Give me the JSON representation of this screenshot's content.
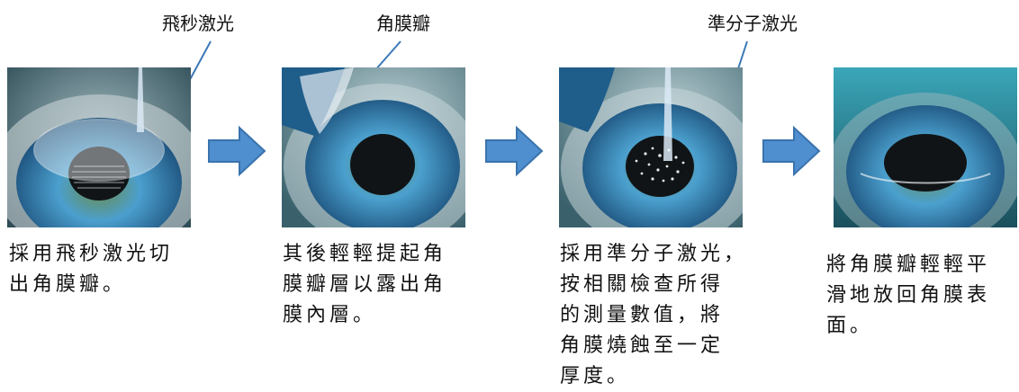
{
  "colors": {
    "arrow_fill": "#4f8fcf",
    "arrow_stroke": "#3a73ad",
    "leader_line": "#3b78b8",
    "iris": "#4b9fce",
    "pupil": "#111416",
    "laser": "#dbe9f6",
    "caption_text": "#111111"
  },
  "callouts": {
    "femto": "飛秒激光",
    "flap": "角膜瓣",
    "excimer": "準分子激光"
  },
  "steps": [
    {
      "caption_lines": [
        "採用飛秒激光切",
        "出角膜瓣。"
      ],
      "image_icon": "eye-femtosecond-laser"
    },
    {
      "caption_lines": [
        "其後輕輕提起角",
        "膜瓣層以露出角",
        "膜內層。"
      ],
      "image_icon": "eye-flap-lifted"
    },
    {
      "caption_lines": [
        "採用準分子激光，",
        "按相關檢查所得",
        "的測量數值，將",
        "角膜燒蝕至一定",
        "厚度。"
      ],
      "image_icon": "eye-excimer-laser"
    },
    {
      "caption_lines": [
        "將角膜瓣輕輕平",
        "滑地放回角膜表",
        "面。"
      ],
      "image_icon": "eye-flap-replaced"
    }
  ],
  "arrows": [
    {
      "icon": "right-arrow-icon"
    },
    {
      "icon": "right-arrow-icon"
    },
    {
      "icon": "right-arrow-icon"
    }
  ]
}
